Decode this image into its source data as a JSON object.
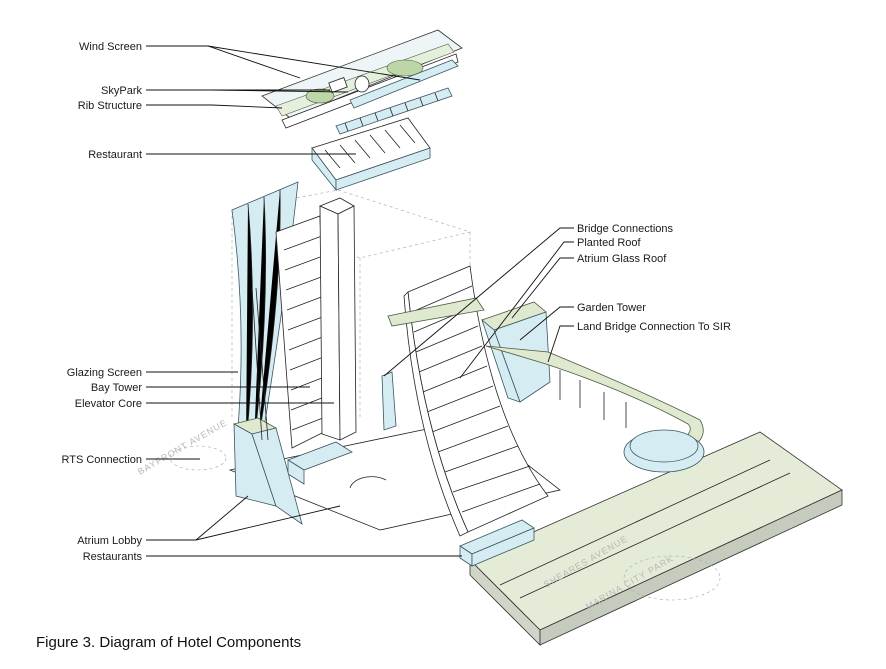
{
  "labels": {
    "wind_screen": "Wind Screen",
    "skypark": "SkyPark",
    "rib_structure": "Rib Structure",
    "restaurant": "Restaurant",
    "glazing_screen": "Glazing Screen",
    "bay_tower": "Bay Tower",
    "elevator_core": "Elevator Core",
    "rts_connection": "RTS Connection",
    "atrium_lobby": "Atrium Lobby",
    "restaurants": "Restaurants",
    "bridge_connections": "Bridge Connections",
    "planted_roof": "Planted Roof",
    "atrium_glass_roof": "Atrium Glass Roof",
    "garden_tower": "Garden Tower",
    "land_bridge": "Land Bridge Connection To SIR"
  },
  "streets": {
    "bayfront": "BAYFRONT AVENUE",
    "sheares": "SHEARES AVENUE",
    "marina_park": "MARINA CITY PARK"
  },
  "caption": "Figure 3. Diagram of Hotel Components",
  "colors": {
    "glass": "#d6ecf3",
    "planting": "#dfe9d0",
    "line": "#222222"
  }
}
